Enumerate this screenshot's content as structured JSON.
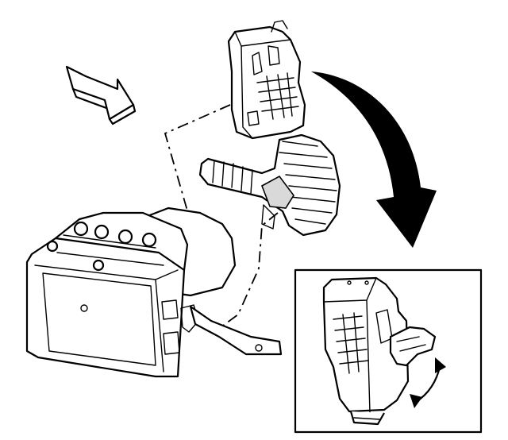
{
  "diagram": {
    "components": [
      "ebcm-connector",
      "wiring-harness",
      "abs-modulator-assembly",
      "mounting-bracket",
      "inset-detail"
    ],
    "arrows": [
      "direction-arrow",
      "rotation-arrow",
      "swing-arrow"
    ],
    "colors": {
      "line": "#000000",
      "background": "#ffffff",
      "shade": "#d9d9d9"
    }
  }
}
